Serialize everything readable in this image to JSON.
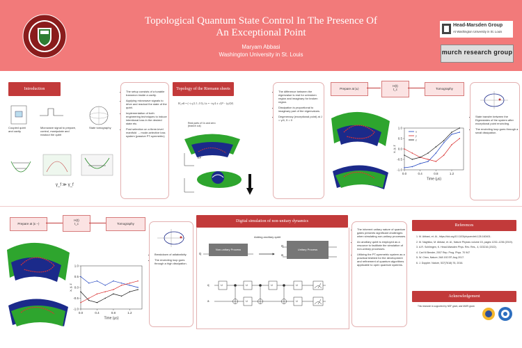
{
  "header": {
    "title_line1": "Topological Quantum State Control In The Presence Of",
    "title_line2": "An Exceptional Point",
    "author": "Maryam Abbasi",
    "affiliation": "Washington University in St. Louis",
    "lab_name": "Head-Marsden Group",
    "lab_sub": "At Washington University in St. Louis",
    "murch_logo": "murch research group"
  },
  "introduction": {
    "title": "Introduction",
    "diagram_labels": {
      "circuit": "Coupled qubit and cavity",
      "pulse": "Microwave signal to prepare, control, manipulate and readout the qubit",
      "bloch": "State tomography",
      "gamma": "γ_f ≫ γ_f"
    },
    "bullets": [
      "The setup consists of a tunable transmon inside a cavity.",
      "Applying microwave signals to drive and readout the state of the qubit.",
      "Implementation of both engineering techniques to induce intentional loss in the desired state etc.",
      "Post selection on a three-level manifold → mode-selective loss system (passive PT-symmetric)"
    ]
  },
  "topology": {
    "title": "Topology of the Riemann sheets",
    "equation": "H_eff = (−i γ/2  J ; J  0),   λ± = −iγ/4 ± √(J² − (γ/4)²)",
    "label_real": "Real parts of λ's and zero (branch cut)",
    "label_ep": "EP",
    "bullets": [
      "The difference between the eigenvalue is real for unbroken region and imaginary for broken region.",
      "Dissipation is proportional to imaginary part of the eigenvalues.",
      "Degeneracy (exceptional point) at J = γ/4, δ = 0"
    ]
  },
  "protocol_top": {
    "prepare": "Prepare at |±⟩",
    "evolve": "H(t)",
    "evolve_sub": "t_c",
    "tomography": "Tomography",
    "bullets": [
      "State transfer between the Eigenstates of the system after exceptional point encircling.",
      "The encircling loop goes through a small dissipation."
    ]
  },
  "chart_top": {
    "xlabel": "Time (μs)",
    "ylabel": "x, y, z",
    "legend": [
      "x",
      "y",
      "z"
    ]
  },
  "protocol_bottom": {
    "prepare": "Prepare at |x −⟩",
    "evolve": "H(t)",
    "evolve_sub": "t_c",
    "tomography": "Tomography",
    "bullets": [
      "Breakdown of adiabaticity.",
      "The encircling loop goes through a high dissipation."
    ]
  },
  "chart_bottom": {
    "xlabel": "Time (μs)",
    "ylabel": "x, y, z"
  },
  "digital": {
    "title": "Digital simulation of non-unitary dynamics",
    "ancilla_label": "Adding ancillary qubit",
    "non_unitary": "Non-unitary Process",
    "unitary": "Unitary Process",
    "q_label": "q",
    "a_label": "a",
    "gate": "U",
    "bullets": [
      "The inherent unitary nature of quantum gates presents significant challenges when simulating non-unitary processes.",
      "An ancillary qubit is employed as a resource to facilitate the simulation of non-unitary processes.",
      "Utilizing the PT-symmetric system as a practical testbed for the development and refinement of quantum algorithms applicable to open quantum systems."
    ]
  },
  "references": {
    "title": "References",
    "items": [
      "M. Abbasi, et. Al., https://doi.org/10.1103/physrevlett.128.160401.",
      "M. Naghiloo, M. Abbasi, et. Al., Nature Physics volume 15, pages 1232–1236 (2019).",
      "A.R. Schlimgen, K. Head-Marsden Phys. Rev. Res., 4, 023216 (2022).",
      "Carl M Bender, 2007 Rep. Prog. Phys. 70 947",
      "W. Chen, Nature, 548 192 EP, Aug 2017.",
      "J. Doppler. Nature, 537(7618):76, 2016."
    ]
  },
  "acknowledgement": {
    "title": "Acknowledgement",
    "text": "This research is supported by NSF grant, and MURI grant."
  },
  "chart_data": [
    {
      "type": "line",
      "x": [
        0.0,
        0.2,
        0.4,
        0.6,
        0.8,
        1.0,
        1.2,
        1.4
      ],
      "series": [
        {
          "name": "x",
          "values": [
            -0.9,
            -0.85,
            -0.7,
            -0.6,
            -0.2,
            0.3,
            0.7,
            0.8
          ]
        },
        {
          "name": "y",
          "values": [
            0.0,
            -0.2,
            -0.4,
            -0.5,
            -0.6,
            -0.3,
            0.2,
            0.5
          ]
        },
        {
          "name": "z",
          "values": [
            -0.3,
            -0.5,
            -0.4,
            -0.2,
            0.1,
            0.4,
            0.8,
            1.0
          ]
        }
      ],
      "xlim": [
        0.0,
        1.5
      ],
      "ylim": [
        -1.0,
        1.0
      ],
      "xticks": [
        "0.0",
        "0.4",
        "0.8",
        "1.2"
      ],
      "yticks": [
        "1.0",
        "0.5",
        "0.0",
        "-0.5",
        "-1.0"
      ],
      "xlabel": "Time (μs)",
      "ylabel": "x, y, z",
      "legend": "top-left"
    },
    {
      "type": "line",
      "x": [
        0.0,
        0.2,
        0.4,
        0.6,
        0.8,
        1.0,
        1.2,
        1.4
      ],
      "series": [
        {
          "values": [
            0.5,
            0.2,
            0.3,
            0.1,
            0.3,
            0.2,
            0.1,
            0.0
          ]
        },
        {
          "values": [
            -0.7,
            -0.5,
            -0.3,
            -0.2,
            -0.1,
            0.1,
            0.2,
            0.3
          ]
        },
        {
          "values": [
            -0.2,
            -0.6,
            -0.7,
            -0.5,
            -0.3,
            -0.4,
            -0.2,
            -0.1
          ]
        }
      ],
      "xlim": [
        0.0,
        1.5
      ],
      "ylim": [
        -1.0,
        1.0
      ],
      "xticks": [
        "0.0",
        "0.4",
        "0.8",
        "1.2"
      ],
      "yticks": [
        "1.0",
        "0.5",
        "0.0",
        "-0.5",
        "-1.0"
      ],
      "xlabel": "Time (μs)",
      "ylabel": "x, y, z"
    }
  ],
  "colors": {
    "header": "#f27a7a",
    "banner": "#c23a3a",
    "surface_green": "#2ea52e",
    "surface_blue": "#1b2a8a",
    "series": [
      "#1a3fbf",
      "#d62020",
      "#111111"
    ]
  }
}
